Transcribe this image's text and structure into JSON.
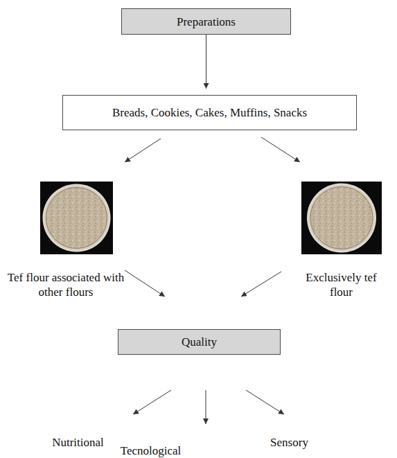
{
  "diagram": {
    "nodes": [
      {
        "text": [
          "Preparations"
        ]
      },
      {
        "text": [
          "Breads, Cookies, Cakes, Muffins, Snacks"
        ]
      },
      {
        "text": [
          "Tef flour associated with other flours"
        ]
      },
      {
        "text": [
          "Exclusively tef flour"
        ]
      },
      {
        "text": [
          "Quality"
        ]
      },
      {
        "text": [
          "Nutritional"
        ]
      },
      {
        "text": [
          "Tecnological"
        ]
      },
      {
        "text": [
          "Sensory"
        ]
      }
    ],
    "edges": [
      {
        "from": 0,
        "to": 1,
        "arrow": "to"
      },
      {
        "from": 1,
        "to": 2,
        "arrow": "to"
      },
      {
        "from": 1,
        "to": 3,
        "arrow": "to"
      },
      {
        "from": 2,
        "to": 4,
        "arrow": "to"
      },
      {
        "from": 3,
        "to": 4,
        "arrow": "to"
      },
      {
        "from": 4,
        "to": 5,
        "arrow": "to"
      },
      {
        "from": 4,
        "to": 6,
        "arrow": "to"
      },
      {
        "from": 4,
        "to": 7,
        "arrow": "to"
      }
    ]
  }
}
